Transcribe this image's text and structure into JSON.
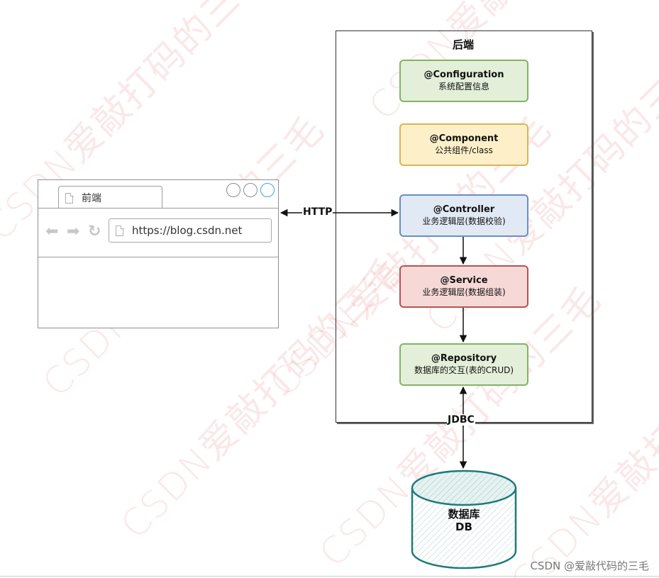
{
  "watermark": {
    "text": "CSDN爱敲打码的三毛",
    "color": "#e79696"
  },
  "backend": {
    "title": "后端",
    "layers": [
      {
        "id": "configuration",
        "title": "@Configuration",
        "desc": "系统配置信息",
        "fill": "#e3efd9",
        "stroke": "#82b366"
      },
      {
        "id": "component",
        "title": "@Component",
        "desc": "公共组件/class",
        "fill": "#fdf0c8",
        "stroke": "#d6b656"
      },
      {
        "id": "controller",
        "title": "@Controller",
        "desc": "业务逻辑层(数据校验)",
        "fill": "#e1e9f5",
        "stroke": "#6c8ebf"
      },
      {
        "id": "service",
        "title": "@Service",
        "desc": "业务逻辑层(数据组装)",
        "fill": "#f6d9d7",
        "stroke": "#b85450"
      },
      {
        "id": "repository",
        "title": "@Repository",
        "desc": "数据库的交互(表的CRUD)",
        "fill": "#e3efd9",
        "stroke": "#82b366"
      }
    ]
  },
  "frontend": {
    "tab_label": "前端",
    "url": "https://blog.csdn.net",
    "nav_icons": [
      "back-arrow-icon",
      "forward-arrow-icon",
      "reload-icon"
    ],
    "window_buttons": [
      "window-button-1",
      "window-button-2",
      "window-button-3"
    ],
    "accent_button_color": "#3ea6e0"
  },
  "connections": {
    "http_label": "HTTP",
    "jdbc_label": "JDBC"
  },
  "database": {
    "line1": "数据库",
    "line2": "DB",
    "fill": "#d7ebe9",
    "stroke": "#1f7a7a"
  },
  "credit": "CSDN @爱敲代码的三毛"
}
